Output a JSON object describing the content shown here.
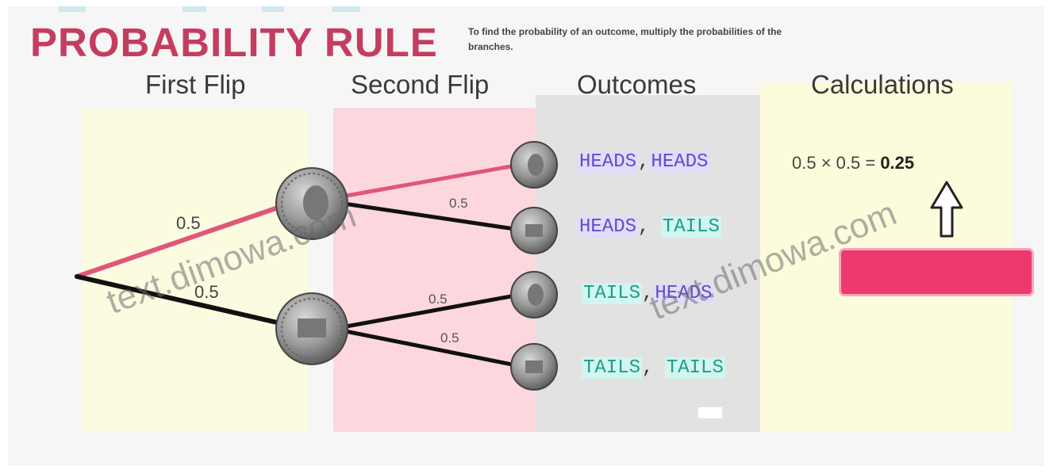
{
  "header": {
    "title": "PROBABILITY RULE",
    "subtitle": "To find the probability of an outcome, multiply the probabilities of the branches."
  },
  "columns": {
    "first_flip": "First Flip",
    "second_flip": "Second Flip",
    "outcomes": "Outcomes",
    "calculations": "Calculations"
  },
  "branches": {
    "first_heads": "0.5",
    "first_tails": "0.5",
    "heads_tails": "0.5",
    "tails_heads": "0.5",
    "tails_tails": "0.5"
  },
  "outcomes": [
    {
      "first": "HEADS",
      "sep": ",",
      "second": "HEADS"
    },
    {
      "first": "HEADS",
      "sep": ",",
      "second": "TAILS"
    },
    {
      "first": "TAILS",
      "sep": ",",
      "second": "HEADS"
    },
    {
      "first": "TAILS",
      "sep": ",",
      "second": "TAILS"
    }
  ],
  "calculation": {
    "expression": "0.5 × 0.5 = ",
    "result": "0.25"
  },
  "watermark": "text.dimowa.com",
  "colors": {
    "title": "#c43d5f",
    "highlight_branch": "#e0577a",
    "heads_text": "#5b4fc8",
    "tails_text": "#1f9c8c",
    "callout": "#ec3a6c",
    "first_flip_bg": "#fbfbe0",
    "second_flip_bg": "#fdd7de",
    "outcomes_bg": "#e2e2e2",
    "calc_bg": "#fcfcdc"
  },
  "icons": [
    "coin-icon",
    "up-arrow-icon"
  ]
}
